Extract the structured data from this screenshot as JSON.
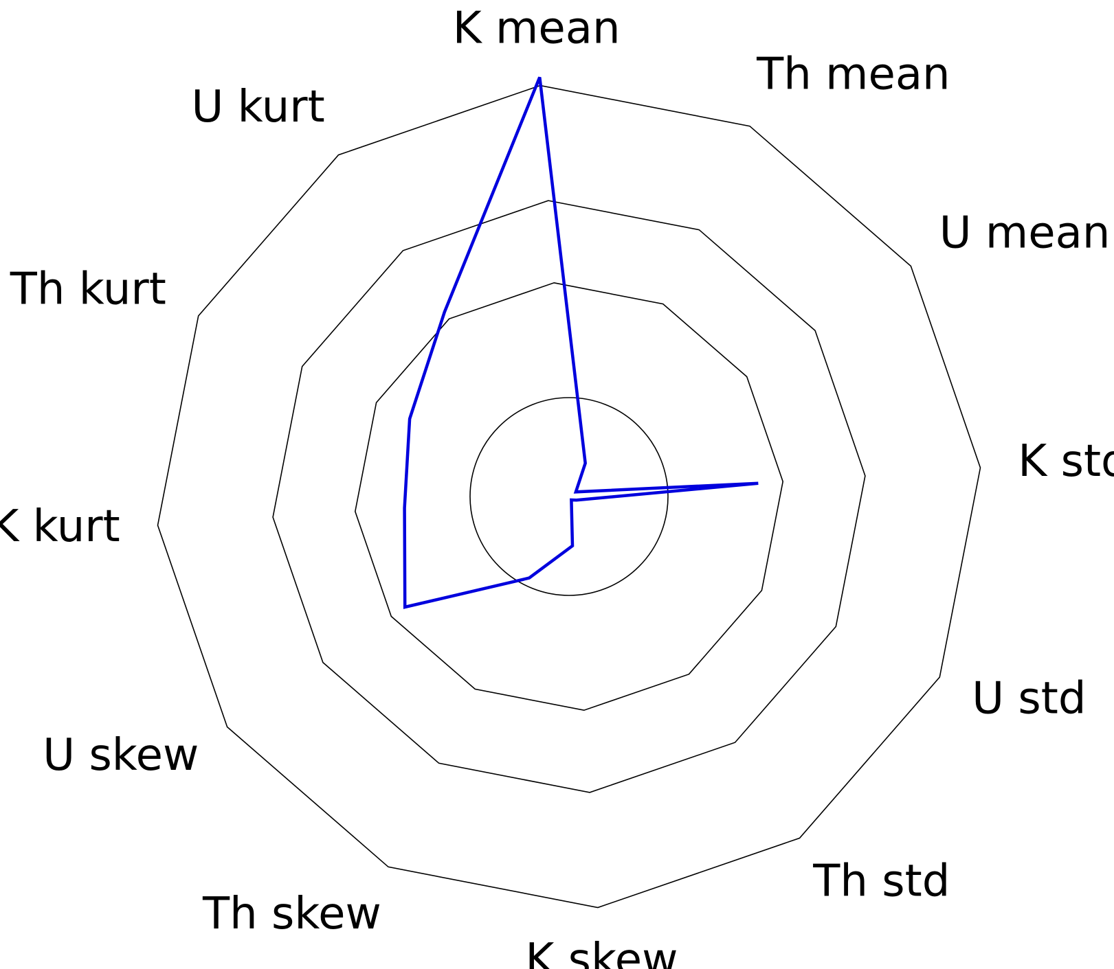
{
  "chart_data": {
    "type": "radar",
    "categories": [
      "K mean",
      "Th mean",
      "U mean",
      "K std",
      "U std",
      "Th std",
      "K skew",
      "Th skew",
      "U skew",
      "K kurt",
      "Th kurt",
      "U kurt"
    ],
    "series": [
      {
        "values": [
          1.02,
          0.09,
          0.02,
          0.46,
          0.02,
          0.01,
          0.12,
          0.22,
          0.48,
          0.4,
          0.43,
          0.54
        ]
      }
    ],
    "rlim": [
      0,
      1
    ],
    "ring_levels": [
      0.24,
      0.52,
      0.72,
      1.0
    ],
    "ring_style": [
      "circle",
      "polygon",
      "polygon",
      "polygon"
    ],
    "grid": true,
    "colors": {
      "series": "#0000dd",
      "grid": "#000000"
    }
  }
}
